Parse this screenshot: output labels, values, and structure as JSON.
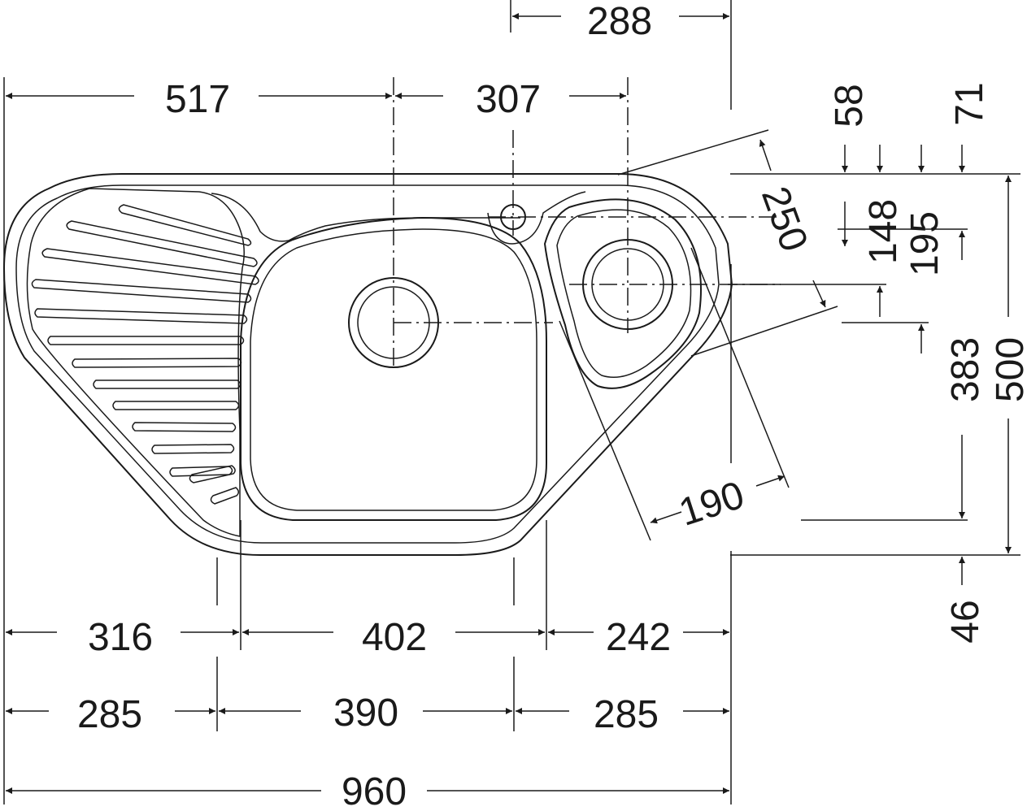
{
  "dimensions": {
    "top_288": "288",
    "top_517": "517",
    "top_307": "307",
    "right_58": "58",
    "right_71": "71",
    "right_148": "148",
    "right_195": "195",
    "right_383": "383",
    "right_500": "500",
    "right_46": "46",
    "diag_250": "250",
    "diag_190": "190",
    "bottom_316": "316",
    "bottom_402": "402",
    "bottom_242": "242",
    "bottom_285_left": "285",
    "bottom_390": "390",
    "bottom_285_right": "285",
    "bottom_960": "960"
  },
  "colors": {
    "line": "#1a1a1a",
    "background": "#ffffff"
  }
}
